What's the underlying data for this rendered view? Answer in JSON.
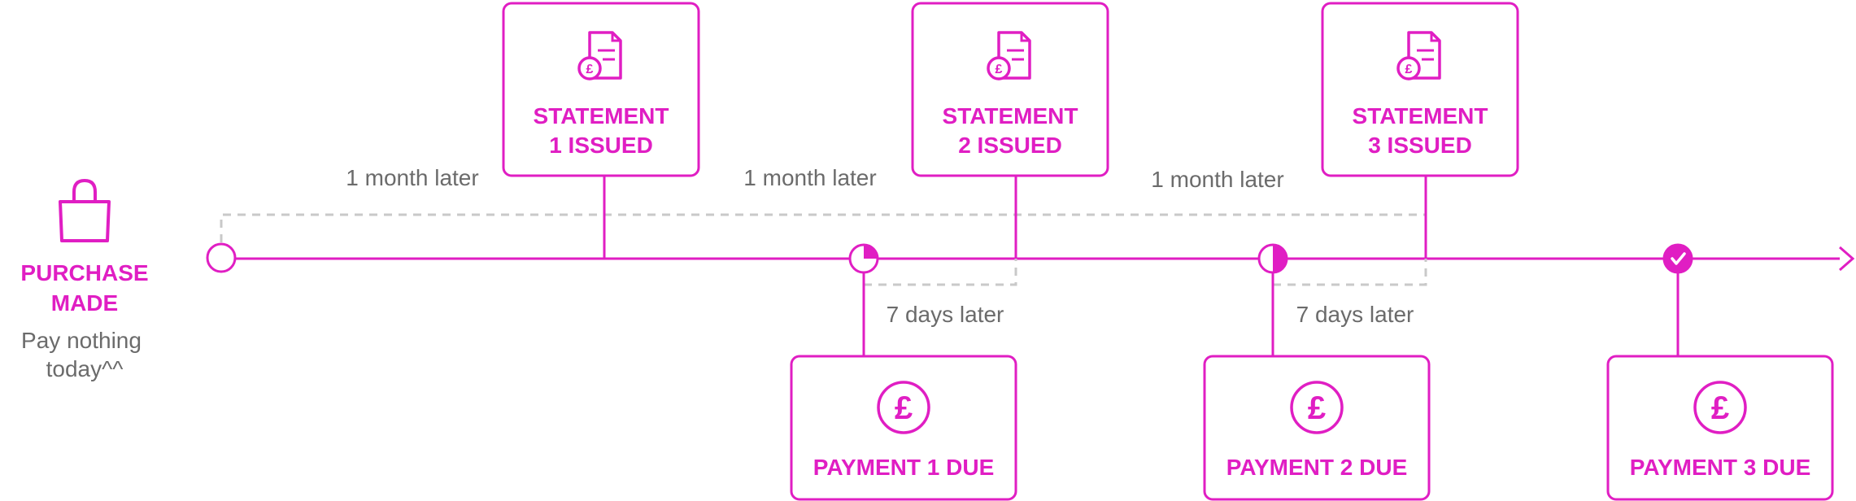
{
  "colors": {
    "accent": "#e01ec3",
    "dashed": "#c9c9c9",
    "text_muted": "#6b6b6b"
  },
  "purchase": {
    "icon": "shopping-bag-icon",
    "title_line1": "PURCHASE",
    "title_line2": "MADE",
    "sub_line1": "Pay nothing",
    "sub_line2": "today^^"
  },
  "intervals": {
    "month_label": "1 month later",
    "days_label": "7 days later"
  },
  "statements": [
    {
      "icon": "statement-document-pound-icon",
      "line1": "STATEMENT",
      "line2": "1 ISSUED"
    },
    {
      "icon": "statement-document-pound-icon",
      "line1": "STATEMENT",
      "line2": "2 ISSUED"
    },
    {
      "icon": "statement-document-pound-icon",
      "line1": "STATEMENT",
      "line2": "3 ISSUED"
    }
  ],
  "payments": [
    {
      "icon": "pound-circle-icon",
      "label": "PAYMENT 1 DUE",
      "progress": 0.25
    },
    {
      "icon": "pound-circle-icon",
      "label": "PAYMENT 2 DUE",
      "progress": 0.5
    },
    {
      "icon": "pound-circle-icon",
      "label": "PAYMENT 3 DUE",
      "progress": 1.0
    }
  ]
}
